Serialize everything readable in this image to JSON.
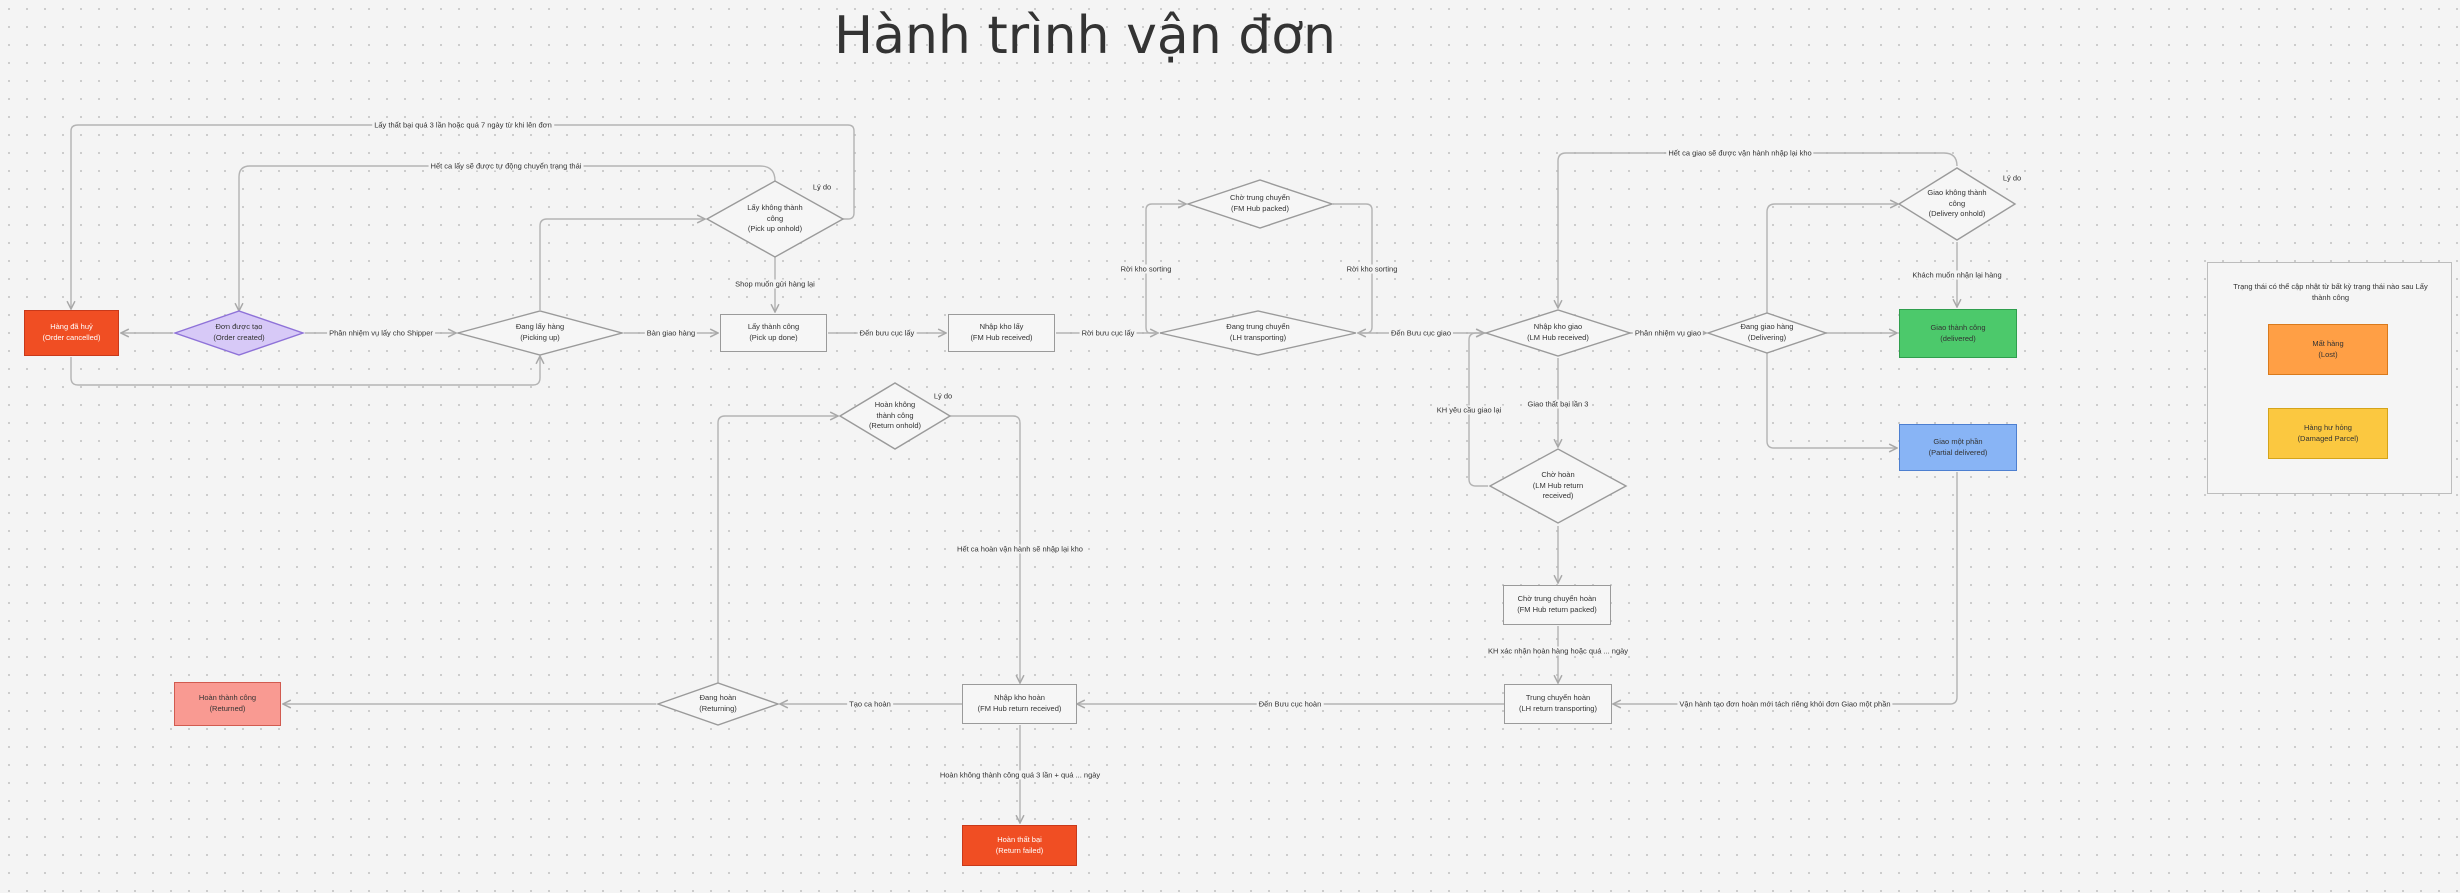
{
  "title": "Hành trình vận đơn",
  "nodes": {
    "cancelled": "Hàng đã huỷ\n(Order cancelled)",
    "created": "Đơn được tạo\n(Order created)",
    "picking": "Đang lấy hàng\n(Picking up)",
    "pickonhold": "Lấy không thành\ncông\n(Pick up onhold)",
    "pickdone": "Lấy thành công\n(Pick up done)",
    "fmreceived": "Nhập kho lấy\n(FM Hub received)",
    "fmpacked": "Chờ trung chuyển\n(FM Hub packed)",
    "lmtransport": "Đang trung chuyển\n(LH transporting)",
    "lmreceived": "Nhập kho giao\n(LM Hub received)",
    "delivering": "Đang giao hàng\n(Delivering)",
    "deliveryonhold": "Giao không thành\ncông\n(Delivery onhold)",
    "delivered": "Giao thành công\n(delivered)",
    "partial": "Giao một phần\n(Partial delivered)",
    "lmreturnreceived": "Chờ hoàn\n(LM Hub return\nreceived)",
    "lmreturnpacked": "Chờ trung chuyển hoàn\n(FM Hub return packed)",
    "lhreturntransport": "Trung chuyển hoàn\n(LH return transporting)",
    "fmreturnreceived": "Nhập kho hoàn\n(FM Hub return received)",
    "returnonhold": "Hoàn không\nthành công\n(Return onhold)",
    "returning": "Đang hoàn\n(Returning)",
    "returned": "Hoàn thành công\n(Returned)",
    "returnfailed": "Hoàn thất bại\n(Return failed)"
  },
  "labels": {
    "l1": "Lấy thất bại quá 3 lần hoặc quá 7 ngày từ khi lên đơn",
    "l2": "Hết ca lấy sẽ được tự động chuyển trạng thái",
    "l3": "Lý do",
    "l4": "Shop muốn gửi hàng lại",
    "l5": "Phân nhiệm vụ lấy cho Shipper",
    "l6": "Bàn giao hàng",
    "l7": "Đến bưu cục lấy",
    "l8": "Rời bưu cục lấy",
    "l9": "Rời kho sorting",
    "l10": "Rời kho sorting",
    "l11": "Đến Bưu cục giao",
    "l12": "Phân nhiệm vụ giao",
    "l13": "Hết ca giao sẽ được vận hành nhập lại kho",
    "l14": "Lý do",
    "l15": "Khách muốn nhận lại hàng",
    "l16": "Giao thất bại lần 3",
    "l17": "KH yêu cầu giao lại",
    "l18": "KH xác nhận hoàn hàng hoặc quá ... ngày",
    "l19": "Vận hành tạo đơn hoàn mới tách riêng khỏi đơn Giao một phần",
    "l20": "Đến Bưu cục hoàn",
    "l21": "Hết ca hoàn vận hành sẽ nhập lại kho",
    "l22": "Lý do",
    "l23": "Tạo ca hoàn",
    "l24": "Hoàn không thành công quá 3 lần + quá ... ngày"
  },
  "legend": {
    "title": "Trạng thái có thể cập nhật từ bất kỳ trạng thái nào sau Lấy thành công",
    "lost": "Mất hàng\n(Lost)",
    "damaged": "Hàng hư hỏng\n(Damaged Parcel)"
  },
  "colors": {
    "red": "#f04e23",
    "purple": "#d7c9f7",
    "green": "#4cc96b",
    "blue": "#88b4f5",
    "pink": "#f99a92",
    "orange": "#ff9f45",
    "yellow": "#fbc840",
    "line": "#b3b3b3"
  }
}
